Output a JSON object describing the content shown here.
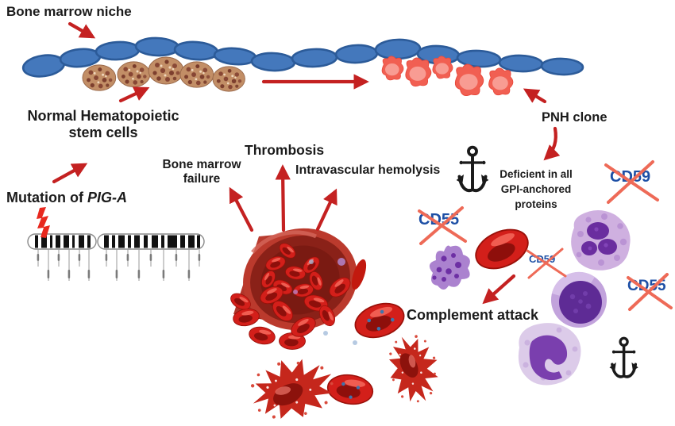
{
  "figure": "PNH (paroxysmal nocturnal hemoglobinuria) pathophysiology diagram",
  "labels": {
    "bone_marrow_niche": "Bone marrow niche",
    "normal_hsc_line1": "Normal Hematopoietic",
    "normal_hsc_line2": "stem cells",
    "mutation_prefix": "Mutation of ",
    "mutation_gene": "PIG-A",
    "pnh_clone": "PNH clone",
    "bone_marrow_failure_line1": "Bone marrow",
    "bone_marrow_failure_line2": "failure",
    "thrombosis": "Thrombosis",
    "intravascular_hemolysis": "Intravascular hemolysis",
    "deficient_line1": "Deficient in all",
    "deficient_line2": "GPI-anchored",
    "deficient_line3": "proteins",
    "complement_attack": "Complement attack"
  },
  "markers": {
    "cd55_upper": "CD55",
    "cd59_upper": "CD59",
    "cd59_middle": "CD59",
    "cd55_lower": "CD55"
  },
  "icons": {
    "gpi_anchor_upper": "anchor-icon",
    "gpi_anchor_lower": "anchor-icon",
    "crossed_out": "red-x-mark"
  },
  "colors": {
    "arrow_red": "#c42121",
    "marker_blue": "#1d4fa5",
    "cross_red": "#ee6a57",
    "niche_blue": "#4478bc",
    "stem_cell_brown": "#c28e66",
    "pnh_cell_red": "#f15f52",
    "text_black": "#1b1b1b"
  }
}
